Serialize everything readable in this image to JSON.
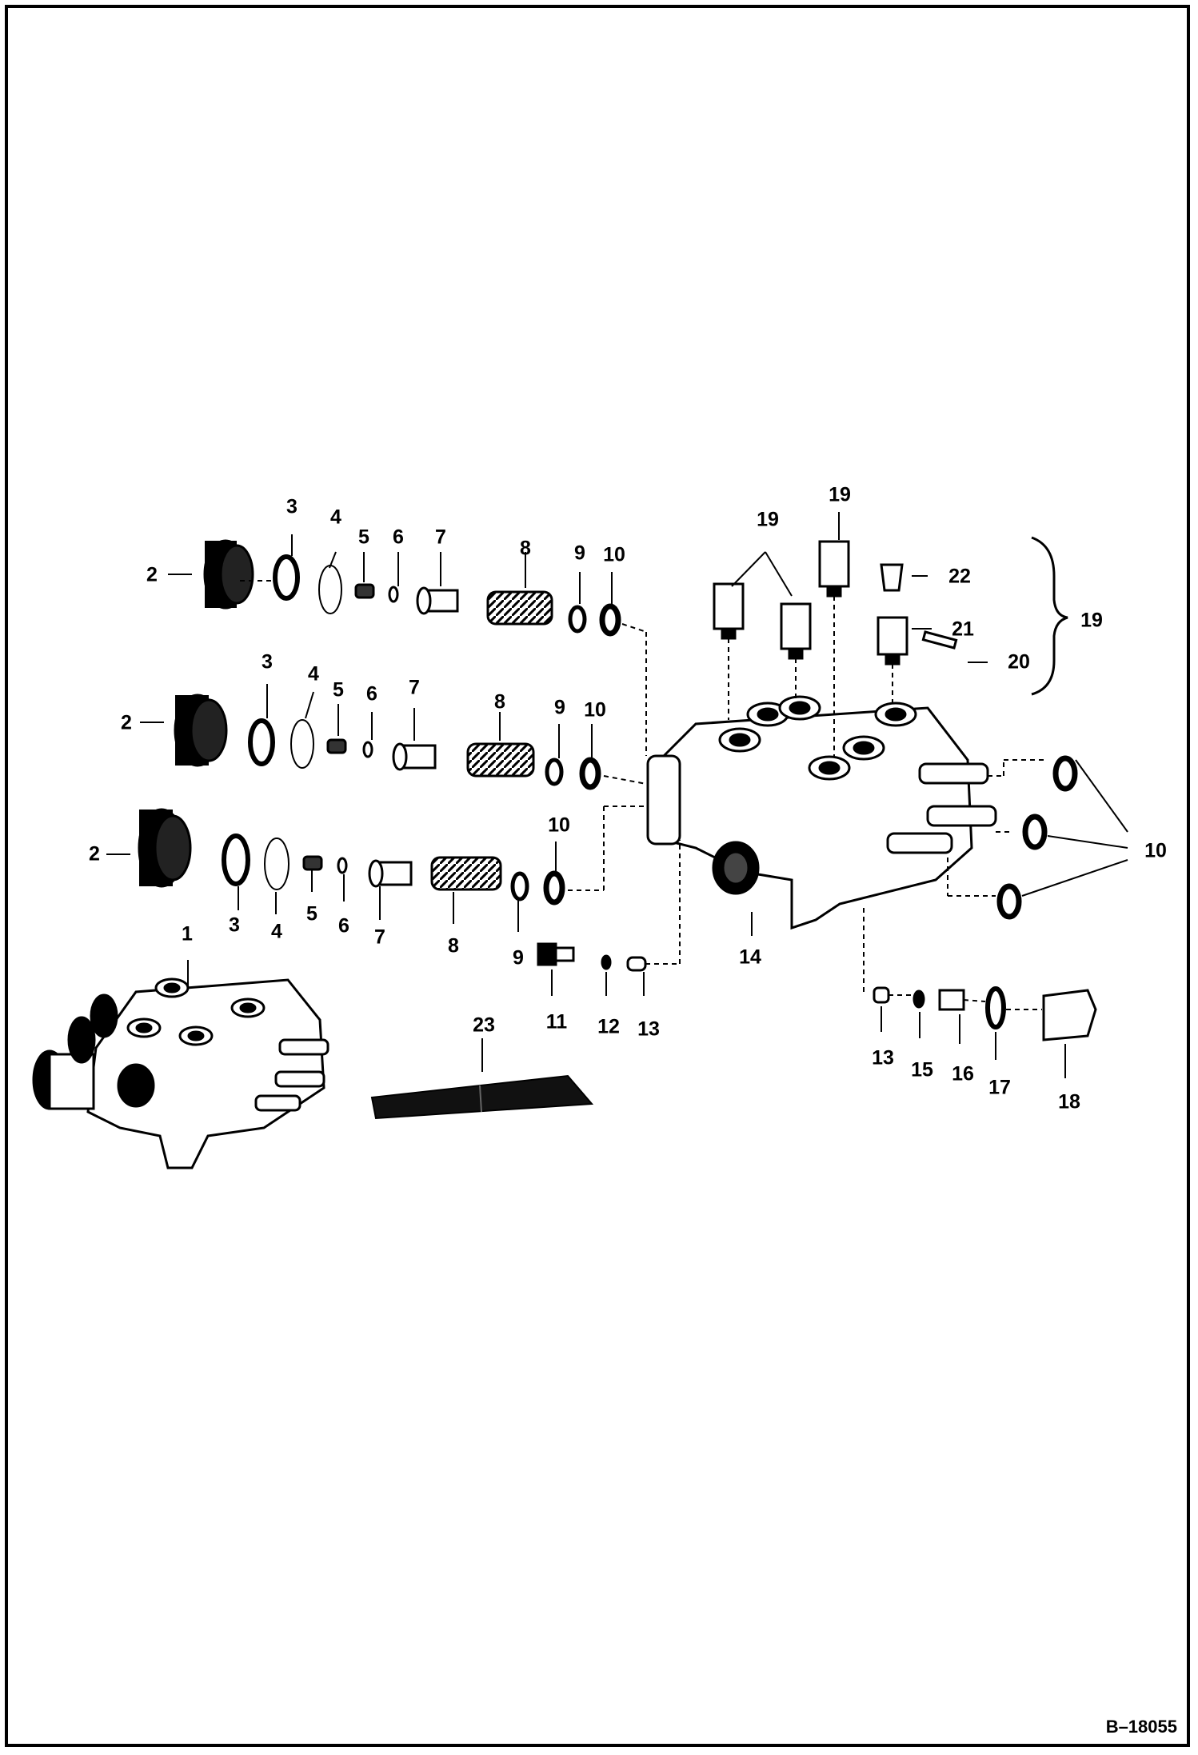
{
  "drawing_number": "B–18055",
  "callouts": [
    {
      "id": "c-2-a",
      "text": "2"
    },
    {
      "id": "c-3-a",
      "text": "3"
    },
    {
      "id": "c-4-a",
      "text": "4"
    },
    {
      "id": "c-5-a",
      "text": "5"
    },
    {
      "id": "c-6-a",
      "text": "6"
    },
    {
      "id": "c-7-a",
      "text": "7"
    },
    {
      "id": "c-8-a",
      "text": "8"
    },
    {
      "id": "c-9-a",
      "text": "9"
    },
    {
      "id": "c-10-a",
      "text": "10"
    },
    {
      "id": "c-2-b",
      "text": "2"
    },
    {
      "id": "c-3-b",
      "text": "3"
    },
    {
      "id": "c-4-b",
      "text": "4"
    },
    {
      "id": "c-5-b",
      "text": "5"
    },
    {
      "id": "c-6-b",
      "text": "6"
    },
    {
      "id": "c-7-b",
      "text": "7"
    },
    {
      "id": "c-8-b",
      "text": "8"
    },
    {
      "id": "c-9-b",
      "text": "9"
    },
    {
      "id": "c-10-b",
      "text": "10"
    },
    {
      "id": "c-2-c",
      "text": "2"
    },
    {
      "id": "c-3-c",
      "text": "3"
    },
    {
      "id": "c-4-c",
      "text": "4"
    },
    {
      "id": "c-5-c",
      "text": "5"
    },
    {
      "id": "c-6-c",
      "text": "6"
    },
    {
      "id": "c-7-c",
      "text": "7"
    },
    {
      "id": "c-8-c",
      "text": "8"
    },
    {
      "id": "c-9-c",
      "text": "9"
    },
    {
      "id": "c-10-c",
      "text": "10"
    },
    {
      "id": "c-1",
      "text": "1"
    },
    {
      "id": "c-11",
      "text": "11"
    },
    {
      "id": "c-12",
      "text": "12"
    },
    {
      "id": "c-13-a",
      "text": "13"
    },
    {
      "id": "c-14",
      "text": "14"
    },
    {
      "id": "c-10-right",
      "text": "10"
    },
    {
      "id": "c-13-b",
      "text": "13"
    },
    {
      "id": "c-15",
      "text": "15"
    },
    {
      "id": "c-16",
      "text": "16"
    },
    {
      "id": "c-17",
      "text": "17"
    },
    {
      "id": "c-18",
      "text": "18"
    },
    {
      "id": "c-19-pair",
      "text": "19"
    },
    {
      "id": "c-19-single",
      "text": "19"
    },
    {
      "id": "c-22",
      "text": "22"
    },
    {
      "id": "c-21",
      "text": "21"
    },
    {
      "id": "c-20",
      "text": "20"
    },
    {
      "id": "c-19-kit",
      "text": "19"
    },
    {
      "id": "c-23",
      "text": "23"
    }
  ]
}
